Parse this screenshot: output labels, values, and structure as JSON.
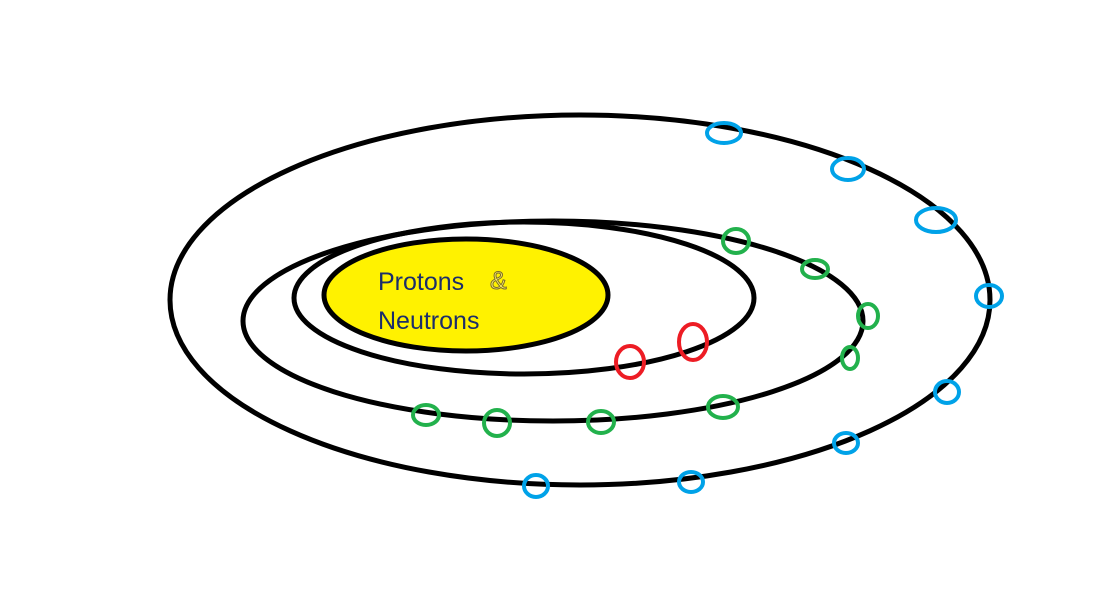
{
  "nucleus": {
    "label_line1": "Protons",
    "ampersand": "&",
    "label_line2": "Neutrons",
    "fill_color": "#fff200"
  },
  "shells": [
    {
      "name": "inner-shell",
      "electron_count": 2,
      "electron_color": "#ed1c24"
    },
    {
      "name": "middle-shell",
      "electron_count": 8,
      "electron_color": "#22b14c"
    },
    {
      "name": "outer-shell",
      "electron_count": 8,
      "electron_color": "#00a2e8"
    }
  ],
  "orbit_color": "#000000"
}
